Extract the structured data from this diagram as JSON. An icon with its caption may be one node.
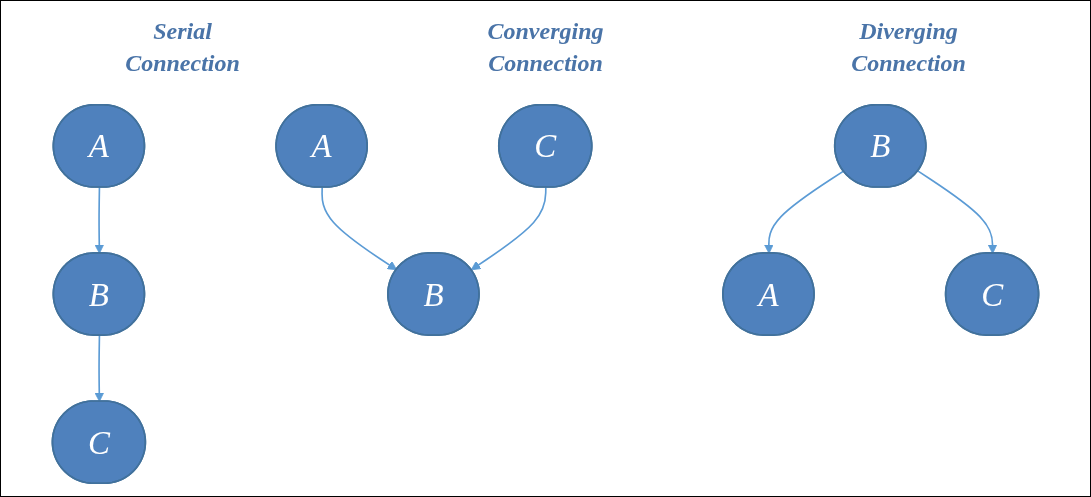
{
  "diagram": {
    "nodes": [
      {
        "text": [
          "A"
        ]
      },
      {
        "text": [
          "B"
        ]
      },
      {
        "text": [
          "C"
        ]
      },
      {
        "text": [
          "A"
        ]
      },
      {
        "text": [
          "C"
        ]
      },
      {
        "text": [
          "B"
        ]
      },
      {
        "text": [
          "B"
        ]
      },
      {
        "text": [
          "A"
        ]
      },
      {
        "text": [
          "C"
        ]
      }
    ],
    "edges": [
      {
        "from": 0,
        "to": 1,
        "arrow": "to"
      },
      {
        "from": 1,
        "to": 2,
        "arrow": "to"
      },
      {
        "from": 3,
        "to": 5,
        "arrow": "to"
      },
      {
        "from": 4,
        "to": 5,
        "arrow": "to"
      },
      {
        "from": 6,
        "to": 7,
        "arrow": "to"
      },
      {
        "from": 6,
        "to": 8,
        "arrow": "to"
      }
    ],
    "labels": [
      "Serial Connection",
      "Converging Connection",
      "Diverging Connection"
    ]
  }
}
